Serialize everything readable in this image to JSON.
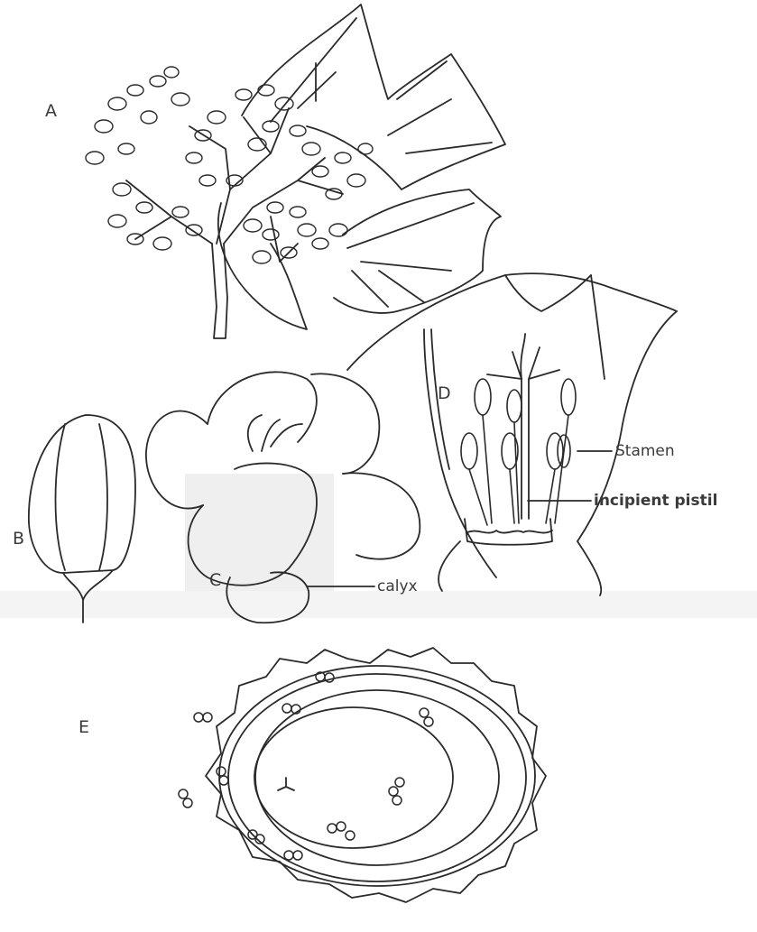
{
  "figure": {
    "panel_labels": {
      "a": "A",
      "b": "B",
      "c": "C",
      "d": "D",
      "e": "E"
    },
    "annotations": {
      "calyx": "calyx",
      "stamen": "Stamen",
      "pistil": "incipient pistil"
    },
    "colors": {
      "ink": "#2a2a2a",
      "paper": "#ffffff",
      "shade": "#ececec"
    }
  }
}
